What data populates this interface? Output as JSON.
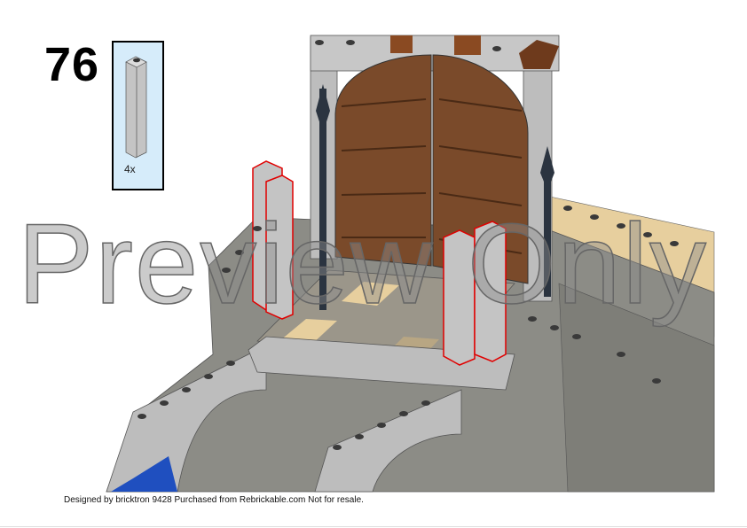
{
  "step": {
    "number": "76"
  },
  "parts_list": [
    {
      "part": "brick-1x1x5",
      "color": "light-bluish-gray",
      "quantity": "4x"
    }
  ],
  "watermark": "Preview Only",
  "footer": "Designed by bricktron 9428 Purchased from Rebrickable.com Not for resale.",
  "colors": {
    "callout_bg": "#d6ecfa",
    "new_part_outline": "#e00000",
    "door": "#7a4a2a",
    "stone": "#8c8c86",
    "light_gray": "#bdbdbd",
    "tan": "#e7cf9e"
  }
}
